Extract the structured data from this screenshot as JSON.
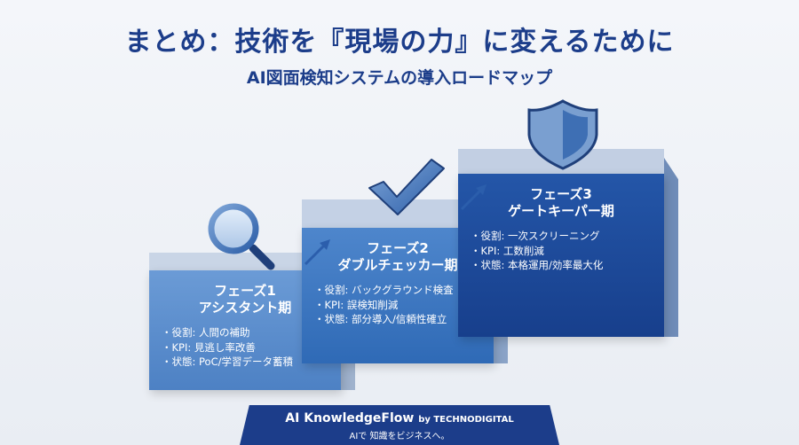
{
  "header": {
    "title": "まとめ：技術を『現場の力』に変えるために",
    "subtitle": "AI図面検知システムの導入ロードマップ"
  },
  "phases": [
    {
      "name_line1": "フェーズ1",
      "name_line2": "アシスタント期",
      "items": [
        "役割: 人間の補助",
        "KPI: 見逃し率改善",
        "状態: PoC/学習データ蓄積"
      ],
      "icon": "magnifier-icon",
      "color": "#5b8fcf"
    },
    {
      "name_line1": "フェーズ2",
      "name_line2": "ダブルチェッカー期",
      "items": [
        "役割: バックグラウンド検査",
        "KPI: 誤検知削減",
        "状態: 部分導入/信頼性確立"
      ],
      "icon": "checkmark-icon",
      "color": "#3f78c0"
    },
    {
      "name_line1": "フェーズ3",
      "name_line2": "ゲートキーパー期",
      "items": [
        "役割: 一次スクリーニング",
        "KPI: 工数削減",
        "状態: 本格運用/効率最大化"
      ],
      "icon": "shield-icon",
      "color": "#1c4a9c"
    }
  ],
  "footer": {
    "brand": "AI KnowledgeFlow",
    "by": "by TECHNODIGITAL",
    "tagline": "AIで 知識をビジネスへ。"
  }
}
